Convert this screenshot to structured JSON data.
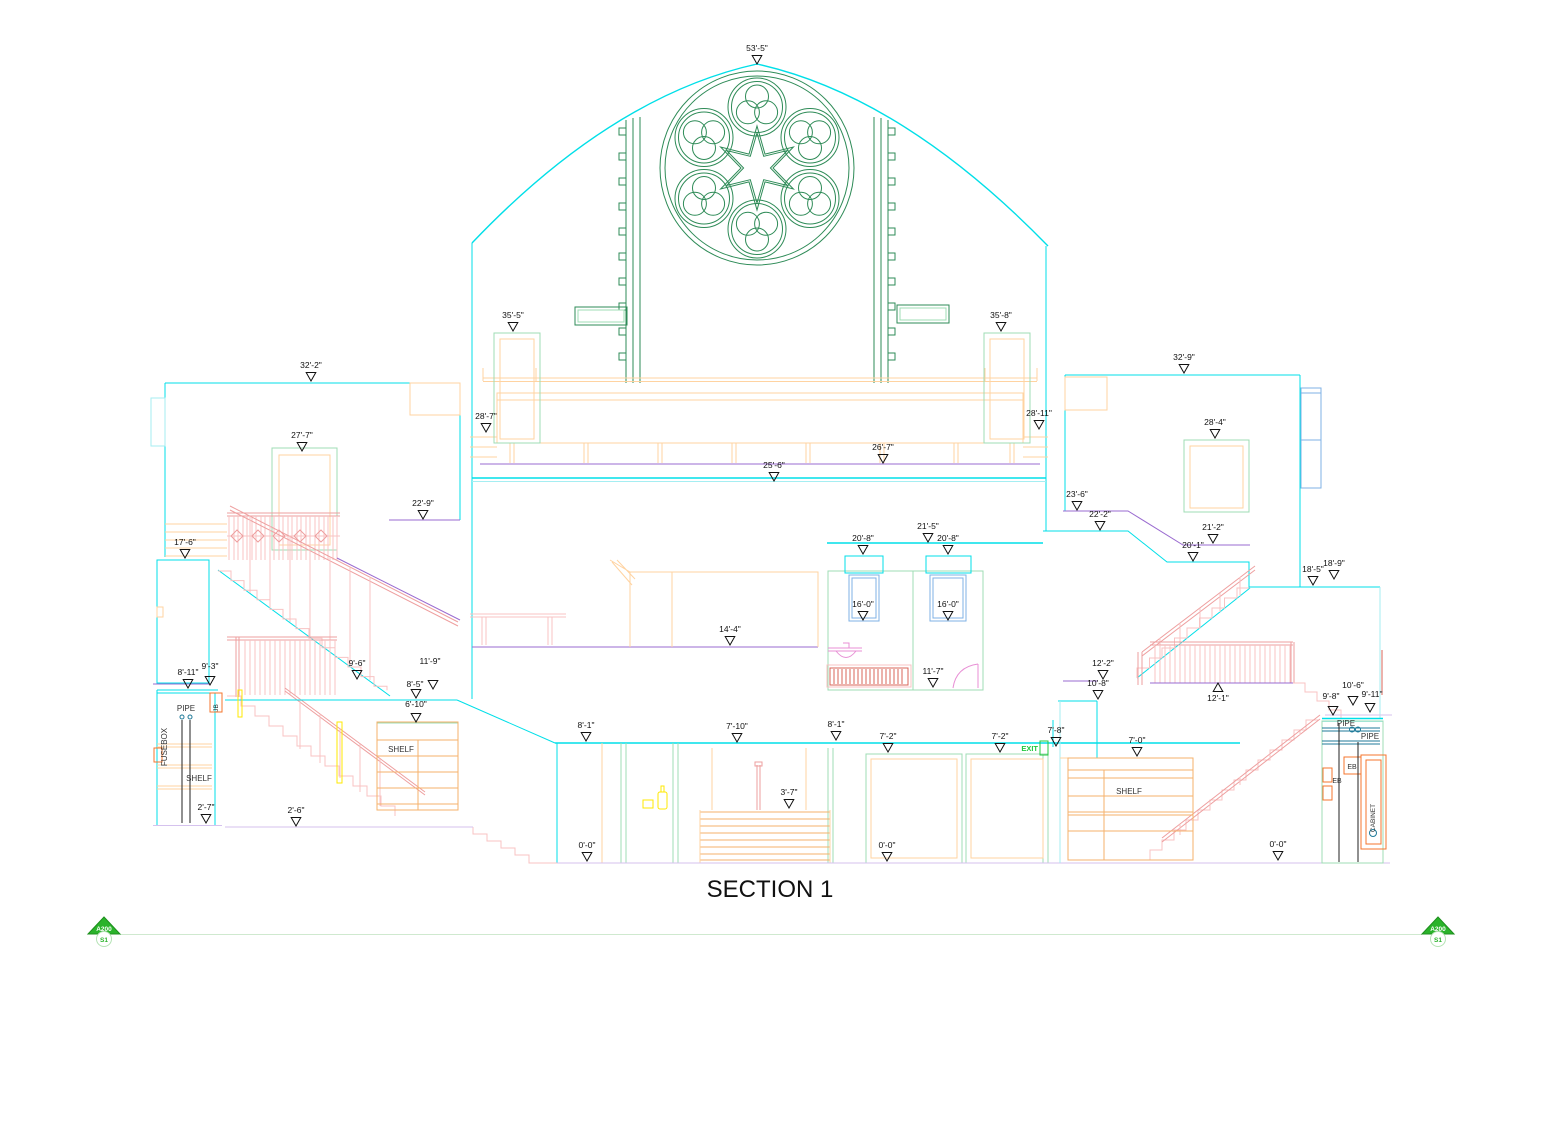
{
  "title": "SECTION 1",
  "sheet_marker": {
    "ref": "A200",
    "detail": "S1"
  },
  "labels": {
    "fusebox": "FUSEBOX",
    "pipe": "PIPE",
    "jb": "JB",
    "shelf": "SHELF",
    "exit": "EXIT",
    "eb": "EB",
    "cabinet": "CABINET"
  },
  "colors": {
    "wall_cyan": "#00dfe8",
    "tracery_green": "#2e8b57",
    "trim_peach": "#ffd3a1",
    "stair_pink": "#f8c3c3",
    "level_purple": "#9a6bd0",
    "floor_violet": "#d5c2ee",
    "pipe_blue": "#1f7a99",
    "highlight_yellow": "#ffe800",
    "equipment_orange": "#f4762c",
    "exit_green": "#21c93e",
    "sheet_green": "#2ab32a"
  },
  "markers": [
    {
      "label": "53'-5\""
    },
    {
      "label": "35'-5\""
    },
    {
      "label": "35'-8\""
    },
    {
      "label": "32'-2\""
    },
    {
      "label": "32'-9\""
    },
    {
      "label": "27'-7\""
    },
    {
      "label": "28'-4\""
    },
    {
      "label": "28'-7\""
    },
    {
      "label": "28'-11\""
    },
    {
      "label": "26'-7\""
    },
    {
      "label": "25'-6\""
    },
    {
      "label": "22'-9\""
    },
    {
      "label": "23'-6\""
    },
    {
      "label": "22'-2\""
    },
    {
      "label": "21'-2\""
    },
    {
      "label": "20'-1\""
    },
    {
      "label": "21'-5\""
    },
    {
      "label": "20'-8\""
    },
    {
      "label": "20'-8\""
    },
    {
      "label": "16'-0\""
    },
    {
      "label": "16'-0\""
    },
    {
      "label": "14'-4\""
    },
    {
      "label": "11'-7\""
    },
    {
      "label": "17'-6\""
    },
    {
      "label": "8'-11\""
    },
    {
      "label": "9'-3\""
    },
    {
      "label": "9'-6\""
    },
    {
      "label": "11'-9\""
    },
    {
      "label": "8'-5\""
    },
    {
      "label": "6'-10\""
    },
    {
      "label": "2'-7\""
    },
    {
      "label": "2'-6\""
    },
    {
      "label": "8'-1\""
    },
    {
      "label": "7'-10\""
    },
    {
      "label": "8'-1\""
    },
    {
      "label": "7'-2\""
    },
    {
      "label": "7'-2\""
    },
    {
      "label": "7'-8\""
    },
    {
      "label": "7'-0\""
    },
    {
      "label": "3'-7\""
    },
    {
      "label": "0'-0\""
    },
    {
      "label": "0'-0\""
    },
    {
      "label": "0'-0\""
    },
    {
      "label": "18'-5\""
    },
    {
      "label": "18'-9\""
    },
    {
      "label": "12'-2\""
    },
    {
      "label": "10'-8\""
    },
    {
      "label": "12'-1\""
    },
    {
      "label": "10'-6\""
    },
    {
      "label": "9'-11\""
    },
    {
      "label": "9'-8\""
    }
  ]
}
